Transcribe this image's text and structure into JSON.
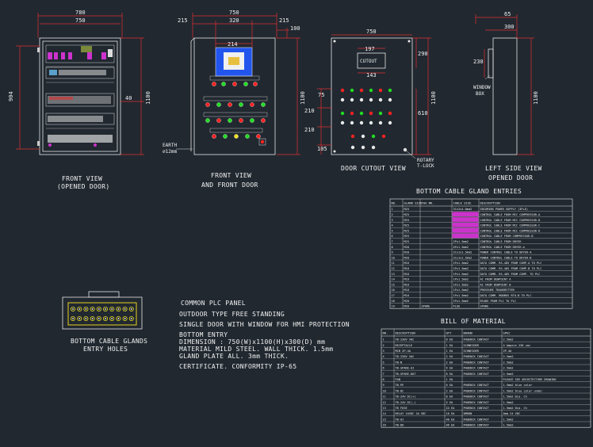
{
  "views": {
    "front_opened": {
      "title1": "FRONT VIEW",
      "title2": "(OPENED DOOR)",
      "dims": {
        "top_outer": "780",
        "top_inner": "750",
        "left": "904",
        "right": "1100",
        "side": "40"
      }
    },
    "front_door": {
      "title1": "FRONT VIEW",
      "title2": "AND FRONT DOOR",
      "dims": {
        "top": "750",
        "left": "215",
        "mid": "320",
        "right": "215",
        "side_top": "100",
        "hmi": "214",
        "height": "1100"
      },
      "earth": "EARTH",
      "earth_size": "⌀12mm"
    },
    "door_cutout": {
      "title": "DOOR CUTOUT VIEW",
      "cutout": "CUTOUT",
      "dims": {
        "top": "750",
        "w1": "197",
        "w2": "143",
        "right": "290",
        "height": "1100",
        "h610": "610",
        "d75": "75",
        "d210a": "210",
        "d210b": "210",
        "d105": "105"
      },
      "rotary1": "ROTARY",
      "rotary2": "T-LOCK"
    },
    "left_side": {
      "title1": "LEFT SIDE VIEW",
      "title2": "OPENED DOOR",
      "dims": {
        "top": "65",
        "depth": "300",
        "h230": "230",
        "height": "1100"
      },
      "window1": "WINDOW",
      "window2": "BOX"
    }
  },
  "gland_entry": {
    "title1": "BOTTOM CABLE GLANDS",
    "title2": "ENTRY HOLES"
  },
  "notes": [
    "COMMON PLC PANEL",
    "OUTDOOR TYPE FREE STANDING",
    "SINGLE DOOR WITH WINDOW FOR HMI PROTECTION",
    "BOTTOM ENTRY",
    "DIMENSION : 750(W)x1100(H)x300(D) mm",
    "MATERIAL MILD STEEL. WALL THICK. 1.5mm",
    "GLAND PLATE ALL. 3mm THICK.",
    "CERTIFICATE. CONFORMITY IP-65"
  ],
  "cable_table": {
    "title": "BOTTOM CABLE GLAND ENTRIES",
    "headers": [
      "NO.",
      "GLAND SIZE",
      "TAG NR.",
      "CABLE SIZE",
      "DESCRIPTION"
    ],
    "rows": [
      [
        "1",
        "M25",
        "",
        "3Cx2x4.0mm2",
        "INCOMING POWER SUPPLY (3P+E)"
      ],
      [
        "2",
        "M25",
        "",
        "",
        "CONTROL CABLE FROM MCC COMPRESSOR-A"
      ],
      [
        "3",
        "M25",
        "",
        "",
        "CONTROL CABLE FROM MCC COMPRESSOR-B"
      ],
      [
        "4",
        "M25",
        "",
        "",
        "CONTROL CABLE FROM MCC COMPRESSOR-C"
      ],
      [
        "5",
        "M25",
        "",
        "",
        "CONTROL CABLE FROM MCC COMPRESSOR-D"
      ],
      [
        "6",
        "M25",
        "",
        "",
        "CONTROL CABLE FROM COMPRESSOR-B"
      ],
      [
        "7",
        "M25",
        "",
        "2Px1.5mm2",
        "CONTROL CABLE FROM DRYER"
      ],
      [
        "8",
        "M20",
        "",
        "4Px1.5mm2",
        "CONTROL CABLE FROM DRYER-A"
      ],
      [
        "9",
        "M20",
        "",
        "2Cx1x1.5mm2",
        "POWER CONTROL CABLE TO DRYER-A"
      ],
      [
        "10",
        "M20",
        "",
        "2Cx1x1.5mm2",
        "POWER CONTROL CABLE TO DRYER-B"
      ],
      [
        "11",
        "M16",
        "",
        "1Px1.5mm2",
        "DATA COMM. RS-485 FROM COMP-A TO PLC"
      ],
      [
        "12",
        "M16",
        "",
        "1Px1.5mm2",
        "DATA COMM. RS-485 FROM COMP-B TO PLC"
      ],
      [
        "13",
        "M16",
        "",
        "1Px1.5mm2",
        "DATA COMM. RS-485 FROM COMP. TO PLC"
      ],
      [
        "14",
        "M16",
        "",
        "1Px1.5mm2",
        "AI FROM DEWPOINT A"
      ],
      [
        "15",
        "M16",
        "",
        "1Px1.5mm2",
        "AI FROM DEWPOINT B"
      ],
      [
        "16",
        "M16",
        "",
        "1Px1.5mm2",
        "PRESSURE TRANSMITTER"
      ],
      [
        "17",
        "M16",
        "",
        "1Px1.5mm2",
        "DATA COMM. MODBUS RTU-B TO PLC"
      ],
      [
        "18",
        "M20",
        "-",
        "1Px1.5mm2",
        "RS485 FROM PLC TO PLC"
      ],
      [
        "19",
        "M20",
        "SPARE",
        "PLUG",
        "SPARE"
      ]
    ]
  },
  "bom": {
    "title": "BILL OF MATERIAL",
    "headers": [
      "NR.",
      "DESCRIPTION",
      "QTY",
      "BRAND",
      "SPEC"
    ],
    "rows": [
      [
        "1",
        "TB-230V VAC",
        "6 EA",
        "PHOENIX CONTACT",
        "2.5mm2"
      ],
      [
        "2",
        "RECEPTACLE",
        "1 EA",
        "SCHNEIDER",
        "4 Ampere 230 vac"
      ],
      [
        "3",
        "MCB 2P-4A",
        "1 EA",
        "SCHNEIDER",
        "2P-4A"
      ],
      [
        "4",
        "TB-230V VAC",
        "2 EA",
        "PHOENIX CONTACT",
        "2.5mm2"
      ],
      [
        "5",
        "TB-N",
        "2 EA",
        "PHOENIX CONTACT",
        "2.5mm2"
      ],
      [
        "6",
        "TB-SPARE-AI",
        "9 EA",
        "PHOENIX CONTACT",
        "2.5mm2"
      ],
      [
        "7",
        "TB-SPARE-DOT",
        "6 EA",
        "PHOENIX CONTACT",
        "2.5mm2"
      ],
      [
        "8",
        "FAN",
        "1 EA",
        "",
        "PLEASE SEE ARCHITECTURE DRAWING"
      ],
      [
        "9",
        "TB-PE",
        "6 EA",
        "PHOENIX CONTACT",
        "1.5mm2 blue color"
      ],
      [
        "10",
        "TB-DC",
        "2 EA",
        "PHOENIX CONTACT",
        "1.5mm2 blue color under"
      ],
      [
        "11",
        "TB-24V DC(+)",
        "8 EA",
        "PHOENIX CONTACT",
        "1.5mm2 Dia. Ch"
      ],
      [
        "12",
        "TB-24V DC(-)",
        "5 EA",
        "PHOENIX CONTACT",
        "1.5mm2"
      ],
      [
        "13",
        "TB FUSE",
        "24 EA",
        "PHOENIX CONTACT",
        "1.5mm2 Dia. Ch"
      ],
      [
        "14",
        "RELAY 24VDC 2A VDC",
        "10 EA",
        "OMRON",
        "4mm 24 VDC"
      ],
      [
        "15",
        "TB-AI",
        "46 EA",
        "PHOENIX CONTACT",
        "1.5mm2"
      ],
      [
        "16",
        "TB-DO",
        "46 EA",
        "PHOENIX CONTACT",
        "1.5mm2"
      ]
    ]
  },
  "colors": {
    "background": "#212830",
    "dimension": "#e03030",
    "line": "#e8e8e8",
    "pilot_red": "#ff2222",
    "pilot_green": "#22dd22",
    "pilot_yellow": "#f0e020",
    "highlight_magenta": "#cc33cc",
    "hmi_blue": "#2255ee"
  }
}
